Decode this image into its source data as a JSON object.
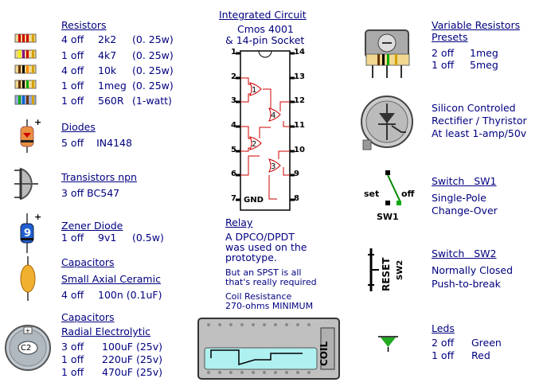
{
  "resistors": {
    "title": "Resistors",
    "rows": [
      {
        "qty": "4 off",
        "value": "2k2",
        "rating": "(0. 25w)"
      },
      {
        "qty": "1 off",
        "value": "4k7",
        "rating": "(0. 25w)"
      },
      {
        "qty": "4 off",
        "value": "10k",
        "rating": "(0. 25w)"
      },
      {
        "qty": "1 off",
        "value": "1meg",
        "rating": "(0. 25w)"
      },
      {
        "qty": "1 off",
        "value": "560R",
        "rating": "(1-watt)"
      }
    ]
  },
  "diodes": {
    "title": "Diodes",
    "line": "5 off    IN4148"
  },
  "transistors": {
    "title": "Transistors npn",
    "line": "3 off BC547"
  },
  "zener": {
    "title": "Zener Diode",
    "qty": "1 off",
    "value": "9v1",
    "rating": "(0.5w)",
    "icon_label": "9"
  },
  "capacitors1": {
    "title": "Capacitors",
    "subtitle": "Small Axial Ceramic",
    "qty": "4 off",
    "value": "100n (0.1uF)"
  },
  "capacitors2": {
    "title": "Capacitors",
    "subtitle": "Radial Electrolytic",
    "icon_label": "C2",
    "rows": [
      {
        "qty": "3 off",
        "value": "100uF (25v)"
      },
      {
        "qty": "1 off",
        "value": "220uF (25v)"
      },
      {
        "qty": "1 off",
        "value": "470uF (25v)"
      }
    ]
  },
  "ic": {
    "title": "Integrated Circuit",
    "line1": "Cmos 4001",
    "line2": "& 14-pin Socket",
    "left_pins": [
      "1",
      "2",
      "3",
      "4",
      "5",
      "6",
      "7"
    ],
    "right_pins": [
      "14",
      "13",
      "12",
      "11",
      "10",
      "9",
      "8"
    ],
    "gates": [
      "1",
      "2",
      "3",
      "4"
    ],
    "gnd": "GND"
  },
  "relay": {
    "title": "Relay",
    "para1": [
      "A DPCO/DPDT",
      "was used on the",
      "prototype."
    ],
    "para2": [
      "But an SPST is all",
      "that's really required"
    ],
    "para3": [
      "Coil Resistance",
      "270-ohms MINIMUM"
    ],
    "coil_label": "COIL"
  },
  "variable_resistors": {
    "title_line1": "Variable Resistors",
    "title_line2": "Presets",
    "rows": [
      {
        "qty": "2 off",
        "value": "1meg"
      },
      {
        "qty": "1 off",
        "value": "5meg"
      }
    ]
  },
  "scr": {
    "lines": [
      "Silicon Controled",
      "Rectifier / Thyristor",
      "At least 1-amp/50v"
    ]
  },
  "switch1": {
    "title": "Switch   SW1",
    "lines": [
      "Single-Pole",
      "Change-Over"
    ],
    "set_label": "set",
    "off_label": "off",
    "name_label": "SW1"
  },
  "switch2": {
    "title": "Switch   SW2",
    "lines": [
      "Normally Closed",
      "Push-to-break"
    ],
    "reset_label": "RESET",
    "name_label": "SW2"
  },
  "leds": {
    "title": "Leds",
    "rows": [
      {
        "qty": "2 off",
        "value": "Green"
      },
      {
        "qty": "1 off",
        "value": "Red"
      }
    ]
  },
  "colors": {
    "text": "#000080",
    "ic_red": "#cc0000",
    "led_green": "#22aa00"
  }
}
